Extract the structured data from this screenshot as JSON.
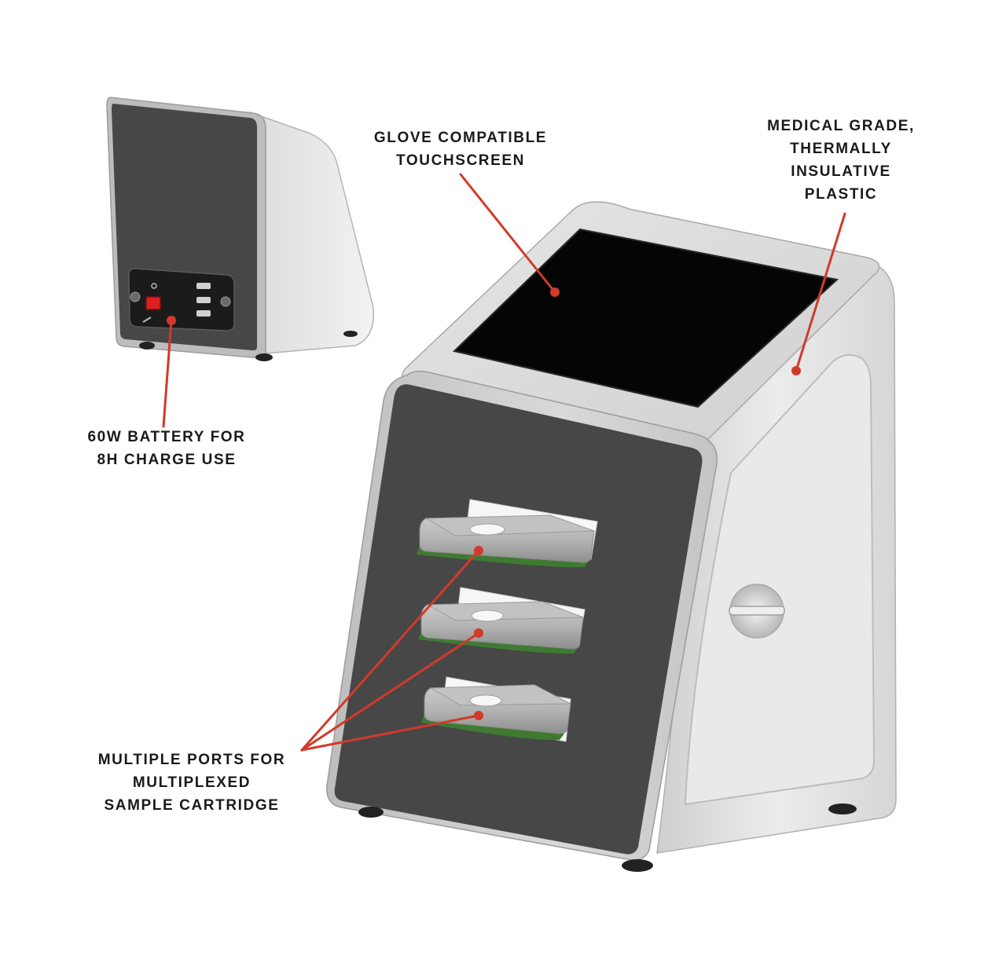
{
  "callouts": {
    "touchscreen": {
      "line1": "GLOVE COMPATIBLE",
      "line2": "TOUCHSCREEN"
    },
    "plastic": {
      "line1": "MEDICAL GRADE,",
      "line2": "THERMALLY",
      "line3": "INSULATIVE",
      "line4": "PLASTIC"
    },
    "battery": {
      "line1": "60W BATTERY FOR",
      "line2": "8H CHARGE USE"
    },
    "ports": {
      "line1": "MULTIPLE PORTS FOR",
      "line2": "MULTIPLEXED",
      "line3": "SAMPLE CARTRIDGE"
    }
  },
  "colors": {
    "callout_line": "#d13a2a",
    "housing": "#d9d9d9",
    "panel": "#474747",
    "screen": "#050505",
    "cartridge_edge": "#3f7a32",
    "switch": "#e02020"
  },
  "icons": {
    "power_switch": "power-switch-icon",
    "foot": "rubber-foot-icon"
  }
}
